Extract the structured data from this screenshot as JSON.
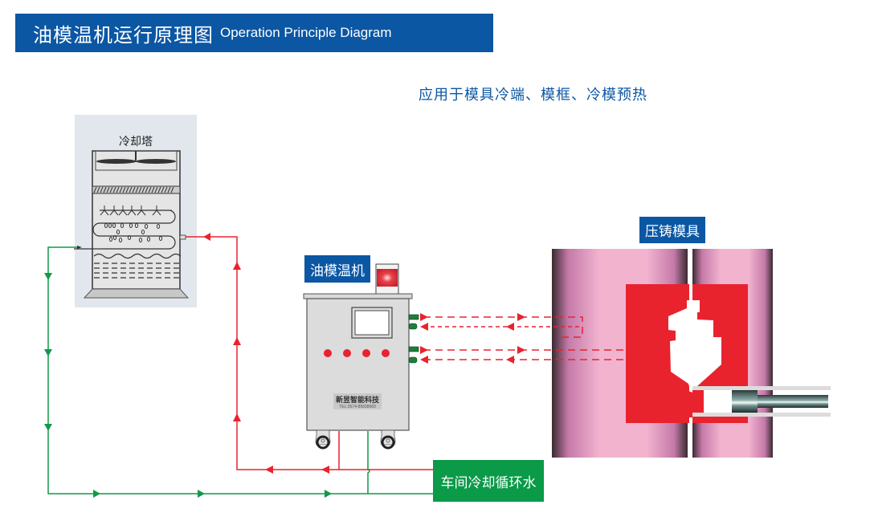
{
  "header": {
    "title_cn": "油模温机运行原理图",
    "title_en": "Operation Principle Diagram"
  },
  "subtitle": "应用于模具冷端、模框、冷模预热",
  "components": {
    "cooling_tower": {
      "label": "冷却塔"
    },
    "mold_temperature_controller": {
      "label": "油模温机",
      "nameplate_brand": "新昱智能科技",
      "nameplate_tel": "TEL:0574-86838669",
      "indicator_lights": 4
    },
    "die_casting_mold": {
      "label": "压铸模具"
    },
    "workshop_water": {
      "label": "车间冷却循环水"
    }
  },
  "flows": {
    "hot_return": {
      "name": "hot water return to cooling tower",
      "color": "#e8232e"
    },
    "cold_supply": {
      "name": "cooled water supply",
      "color": "#119a48"
    },
    "oil_circuit": {
      "name": "oil circuit to mold",
      "color": "#e8232e",
      "style": "dashed"
    }
  },
  "colors": {
    "brand_blue": "#0b57a4",
    "green_label": "#0a9a48",
    "red": "#e8232e",
    "mold_pink": "#f2b3cf"
  }
}
